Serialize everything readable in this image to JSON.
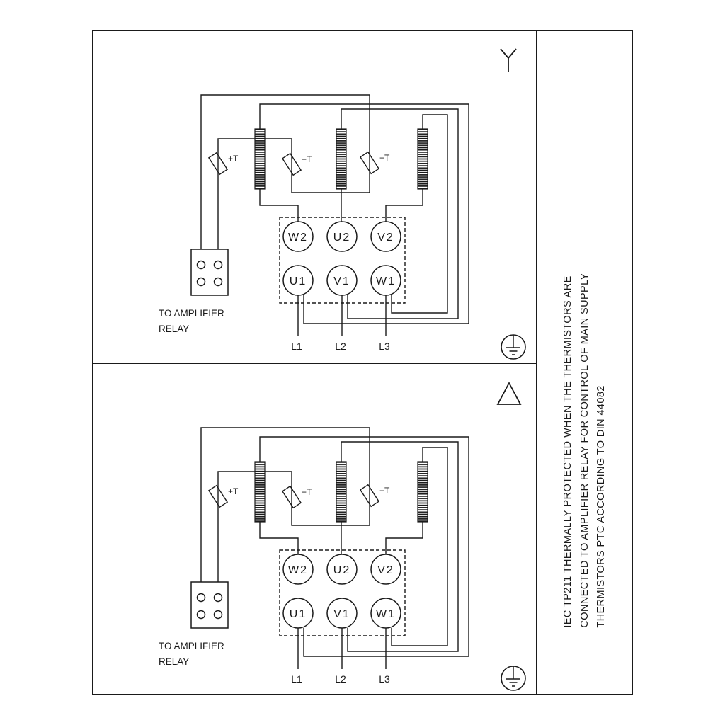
{
  "colors": {
    "line": "#1a1a1a",
    "background": "#ffffff"
  },
  "sidebar": {
    "lines": [
      "IEC TP211 THERMALLY PROTECTED WHEN THE THERMISTORS ARE",
      "CONNECTED TO AMPLIFIER RELAY FOR CONTROL OF MAIN SUPPLY",
      "THERMISTORS PTC ACCORDING TO DIN 44082"
    ]
  },
  "panels": [
    {
      "connection_symbol": "star-wye-symbol",
      "ground_symbol": "earth-ground-symbol",
      "thermistor_labels": [
        "+T",
        "+T",
        "+T"
      ],
      "terminals_top": [
        "W2",
        "U2",
        "V2"
      ],
      "terminals_bottom": [
        "U1",
        "V1",
        "W1"
      ],
      "relay_caption_line1": "TO AMPLIFIER",
      "relay_caption_line2": "RELAY",
      "supply_labels": [
        "L1",
        "L2",
        "L3"
      ]
    },
    {
      "connection_symbol": "delta-symbol",
      "ground_symbol": "earth-ground-symbol",
      "thermistor_labels": [
        "+T",
        "+T",
        "+T"
      ],
      "terminals_top": [
        "W2",
        "U2",
        "V2"
      ],
      "terminals_bottom": [
        "U1",
        "V1",
        "W1"
      ],
      "relay_caption_line1": "TO AMPLIFIER",
      "relay_caption_line2": "RELAY",
      "supply_labels": [
        "L1",
        "L2",
        "L3"
      ]
    }
  ]
}
